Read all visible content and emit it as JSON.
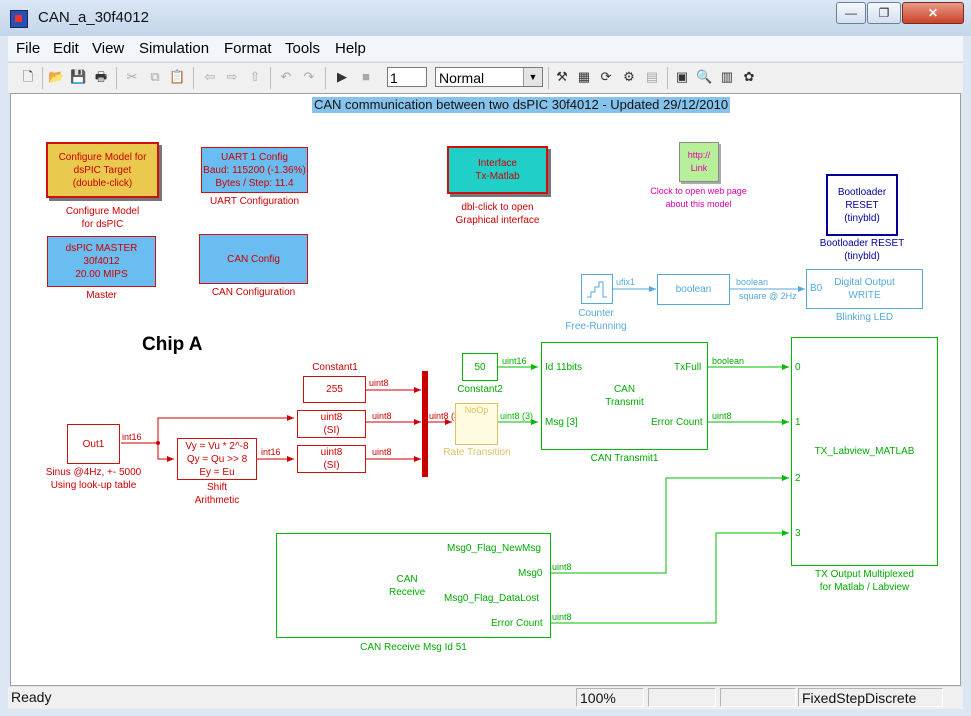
{
  "window": {
    "title": "CAN_a_30f4012",
    "controls": [
      "—",
      "❐",
      "✕"
    ]
  },
  "menu": [
    "File",
    "Edit",
    "View",
    "Simulation",
    "Format",
    "Tools",
    "Help"
  ],
  "toolbar": {
    "stop_time": "1",
    "sim_mode": "Normal"
  },
  "diagram": {
    "annotation_title": "CAN communication between two dsPIC 30f4012 - Updated 29/12/2010",
    "chip_label": "Chip A",
    "blocks": {
      "configure_model": {
        "text": "Configure Model for\ndsPIC Target\n(double-click)",
        "name": "Configure Model\nfor dsPIC"
      },
      "uart_config": {
        "text": "UART 1 Config\nBaud: 115200 (-1.36%)\nBytes / Step: 11.4",
        "name": "UART Configuration"
      },
      "interface": {
        "text": "Interface\nTx-Matlab",
        "name": "dbl-click to open\nGraphical interface"
      },
      "link": {
        "text": "http://\nLink",
        "name": "Clock to open web page\nabout this model"
      },
      "bootloader": {
        "text": "Bootloader\nRESET\n(tinybld)",
        "name": "Bootloader RESET\n(tinybld)"
      },
      "dspic_master": {
        "text": "dsPIC MASTER\n30f4012\n20.00 MIPS",
        "name": "Master"
      },
      "can_config": {
        "text": "CAN Config",
        "name": "CAN Configuration"
      },
      "counter": {
        "name": "Counter\nFree-Running"
      },
      "boolean_conv": {
        "text": "boolean"
      },
      "digital_output": {
        "text": "Digital Output\nWRITE",
        "port": "B0",
        "name": "Blinking LED"
      },
      "constant1": {
        "text": "255",
        "name": "Constant1"
      },
      "constant2": {
        "text": "50",
        "name": "Constant2"
      },
      "sinus": {
        "text": "Out1",
        "name": "Sinus @4Hz, +- 5000\nUsing look-up table"
      },
      "conv_a": {
        "text": "uint8\n(SI)"
      },
      "conv_b": {
        "text": "uint8\n(SI)"
      },
      "shift": {
        "text": "Vy = Vu * 2^-8\nQy = Qu >> 8\nEy = Eu",
        "name": "Shift\nArithmetic"
      },
      "rate_transition": {
        "text": "NoOp",
        "name": "Rate Transition"
      },
      "can_transmit": {
        "text": "CAN\nTransmit",
        "name": "CAN Transmit1",
        "in1": "Id 11bits",
        "in2": "Msg [3]",
        "out1": "TxFull",
        "out2": "Error Count"
      },
      "tx_labview": {
        "text": "TX_Labview_MATLAB",
        "name": "TX Output Multiplexed\nfor Matlab / Labview",
        "ports": [
          "0",
          "1",
          "2",
          "3"
        ]
      },
      "can_receive": {
        "text": "CAN\nReceive",
        "name": "CAN Receive Msg Id 51",
        "out1": "Msg0_Flag_NewMsg",
        "out2": "Msg0",
        "out3": "Msg0_Flag_DataLost",
        "out4": "Error Count"
      }
    },
    "signals": {
      "ufix1": "ufix1",
      "boolean_a": "boolean",
      "square": "square @ 2Hz",
      "uint8_c1": "uint8",
      "int16_sinus": "int16",
      "uint8_a": "uint8",
      "int16_shift": "int16",
      "uint8_b": "uint8",
      "uint8_3_mux": "uint8 (3)",
      "uint8_3_rt": "uint8 (3)",
      "uint16": "uint16",
      "boolean_tx": "boolean",
      "uint8_err": "uint8",
      "uint8_msg0": "uint8",
      "uint8_rxerr": "uint8"
    }
  },
  "status": {
    "state": "Ready",
    "zoom": "100%",
    "solver": "FixedStepDiscrete"
  }
}
